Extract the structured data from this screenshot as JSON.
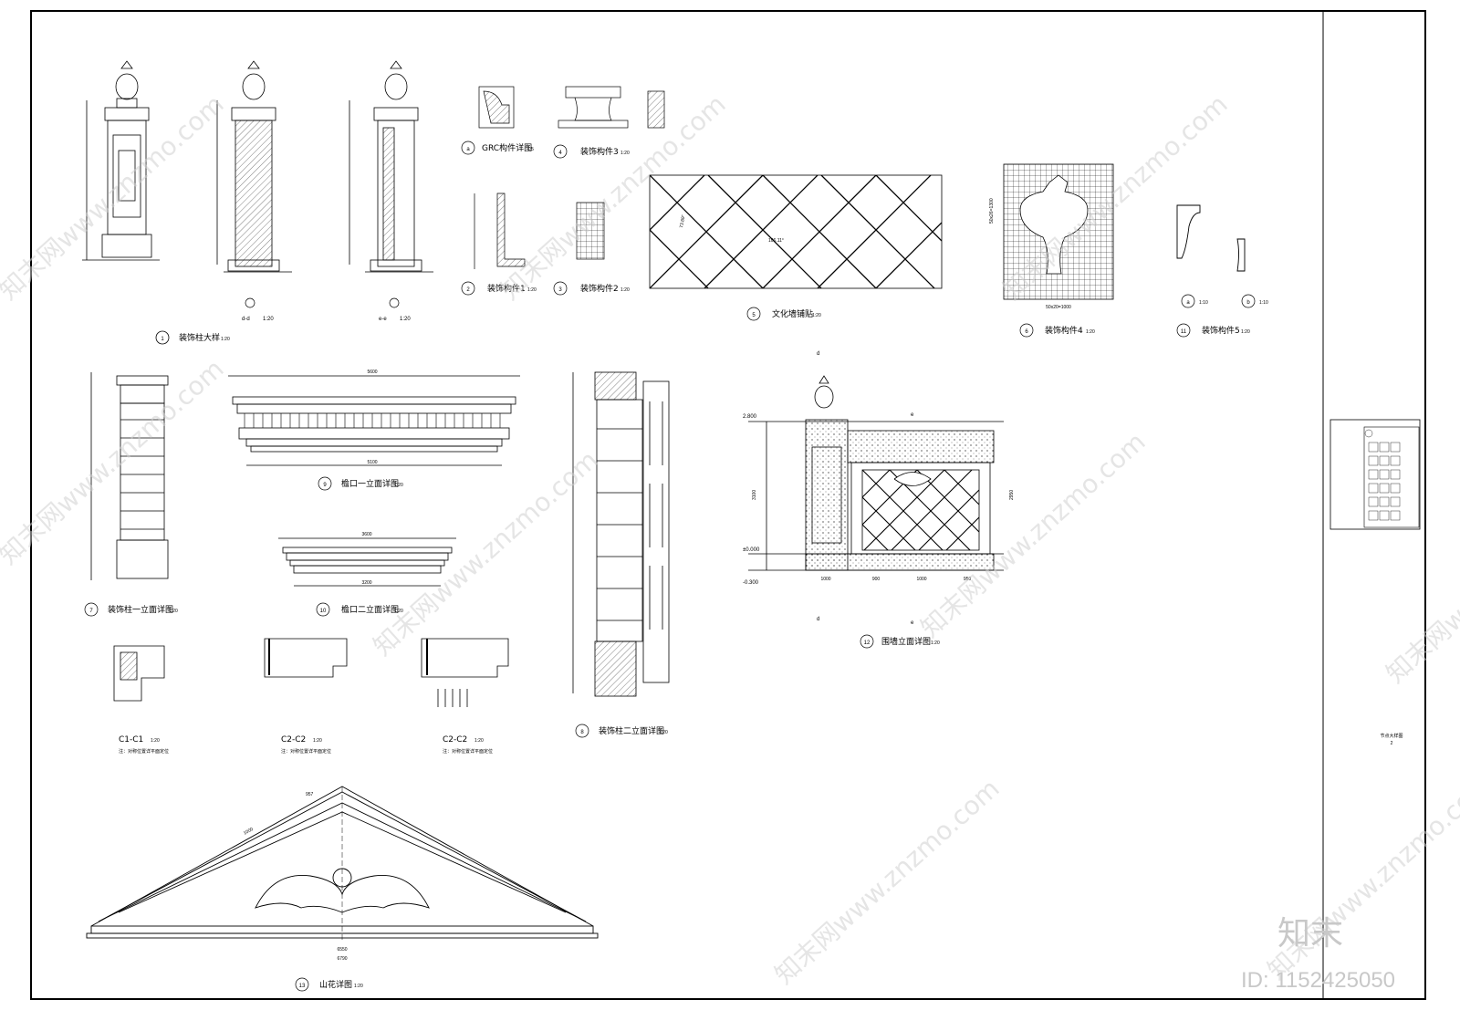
{
  "sheet": {
    "title_block_name": "节点大样图",
    "title_block_no": "2"
  },
  "figures": [
    {
      "no": "1",
      "title": "装饰柱大样",
      "scale": "1:20"
    },
    {
      "no": "a",
      "title": "GRC构件详图",
      "scale": "1:5"
    },
    {
      "no": "4",
      "title": "装饰构件3",
      "scale": "1:20"
    },
    {
      "no": "2",
      "title": "装饰构件1",
      "scale": "1:20"
    },
    {
      "no": "3",
      "title": "装饰构件2",
      "scale": "1:20"
    },
    {
      "no": "5",
      "title": "文化墙铺贴",
      "scale": "1:20"
    },
    {
      "no": "6",
      "title": "装饰构件4",
      "scale": "1:20"
    },
    {
      "no": "11",
      "title": "装饰构件5",
      "scale": "1:20"
    },
    {
      "no": "9",
      "title": "檐口一立面详图",
      "scale": "1:20"
    },
    {
      "no": "7",
      "title": "装饰柱一立面详图",
      "scale": "1:20"
    },
    {
      "no": "10",
      "title": "檐口二立面详图",
      "scale": "1:20"
    },
    {
      "no": "8",
      "title": "装饰柱二立面详图",
      "scale": "1:20"
    },
    {
      "no": "12",
      "title": "围墙立面详图",
      "scale": "1:20"
    },
    {
      "no": "13",
      "title": "山花详图",
      "scale": "1:20"
    }
  ],
  "sections": [
    {
      "label": "d-d",
      "scale": "1:20"
    },
    {
      "label": "e-e",
      "scale": "1:20"
    },
    {
      "label": "C1-C1",
      "scale": "1:20",
      "note": "注：对称位置详平面定位"
    },
    {
      "label": "C2-C2",
      "scale": "1:20",
      "note": "注：对称位置详平面定位"
    },
    {
      "label": "C2-C2",
      "scale": "1:20",
      "note": "注：对称位置详平面定位"
    }
  ],
  "sub_labels": {
    "a_scale": "1:10",
    "b_scale": "1:10"
  },
  "dimensions": {
    "wall_grid": "50x20=1000",
    "wall_grid_v": "50x26=1300",
    "angle_1": "73.89°",
    "angle_2": "106.11°",
    "cornice1_total": "5600",
    "cornice1_base": "5100",
    "cornice2_total": "3600",
    "cornice2_base": "3200",
    "pediment_inner": "6550",
    "pediment_outer": "6790",
    "pediment_slope": "957",
    "pediment_seg": "1000",
    "wall_elev_top": "2.800",
    "wall_elev_zero": "±0.000",
    "wall_elev_bot": "-0.300",
    "wall_spans": [
      "1000",
      "900",
      "1000",
      "950"
    ],
    "wall_height": "3100",
    "wall_height2": "2950"
  },
  "watermark": {
    "text": "知末网www.znzmo.com",
    "brand": "知末",
    "id": "ID: 1152425050"
  }
}
